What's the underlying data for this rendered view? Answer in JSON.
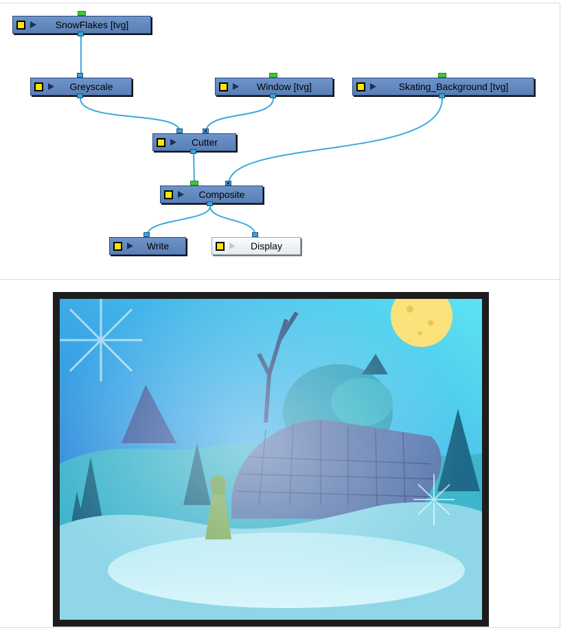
{
  "node_graph": {
    "nodes": [
      {
        "id": "snowflakes",
        "label": "SnowFlakes [tvg]"
      },
      {
        "id": "greyscale",
        "label": "Greyscale"
      },
      {
        "id": "window",
        "label": "Window [tvg]"
      },
      {
        "id": "skating_background",
        "label": "Skating_Background [tvg]"
      },
      {
        "id": "cutter",
        "label": "Cutter"
      },
      {
        "id": "composite",
        "label": "Composite"
      },
      {
        "id": "write",
        "label": "Write"
      },
      {
        "id": "display",
        "label": "Display"
      }
    ],
    "connections": [
      {
        "from": "snowflakes",
        "to": "greyscale"
      },
      {
        "from": "greyscale",
        "to": "cutter"
      },
      {
        "from": "window",
        "to": "cutter"
      },
      {
        "from": "cutter",
        "to": "composite"
      },
      {
        "from": "skating_background",
        "to": "composite"
      },
      {
        "from": "composite",
        "to": "write"
      },
      {
        "from": "composite",
        "to": "display"
      }
    ],
    "colors": {
      "node_fill": "#6a8fc4",
      "node_border": "#2e4a78",
      "display_node_fill": "#eef1f4",
      "wire": "#3aa9dc",
      "port": "#35a7df",
      "output_port": "#43c63a",
      "enable_toggle": "#ffe400"
    }
  },
  "preview": {
    "frame_color": "#1d1d1d",
    "sky_top": "#5ed6ee",
    "sky_bottom": "#2a7fd6",
    "snow": "#c9eef6",
    "moon": "#fbe27a"
  }
}
